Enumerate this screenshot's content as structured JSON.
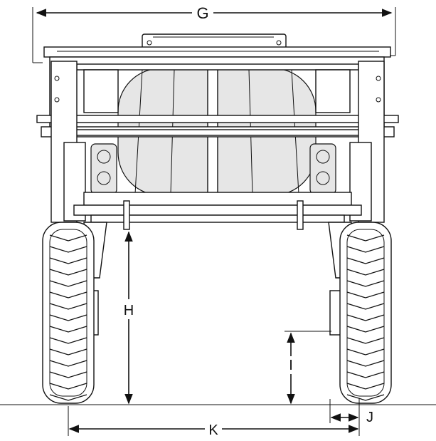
{
  "dimensions": {
    "G": "G",
    "H": "H",
    "I": "I",
    "J": "J",
    "K": "K"
  },
  "colors": {
    "line": "#111111",
    "background": "#ffffff"
  }
}
